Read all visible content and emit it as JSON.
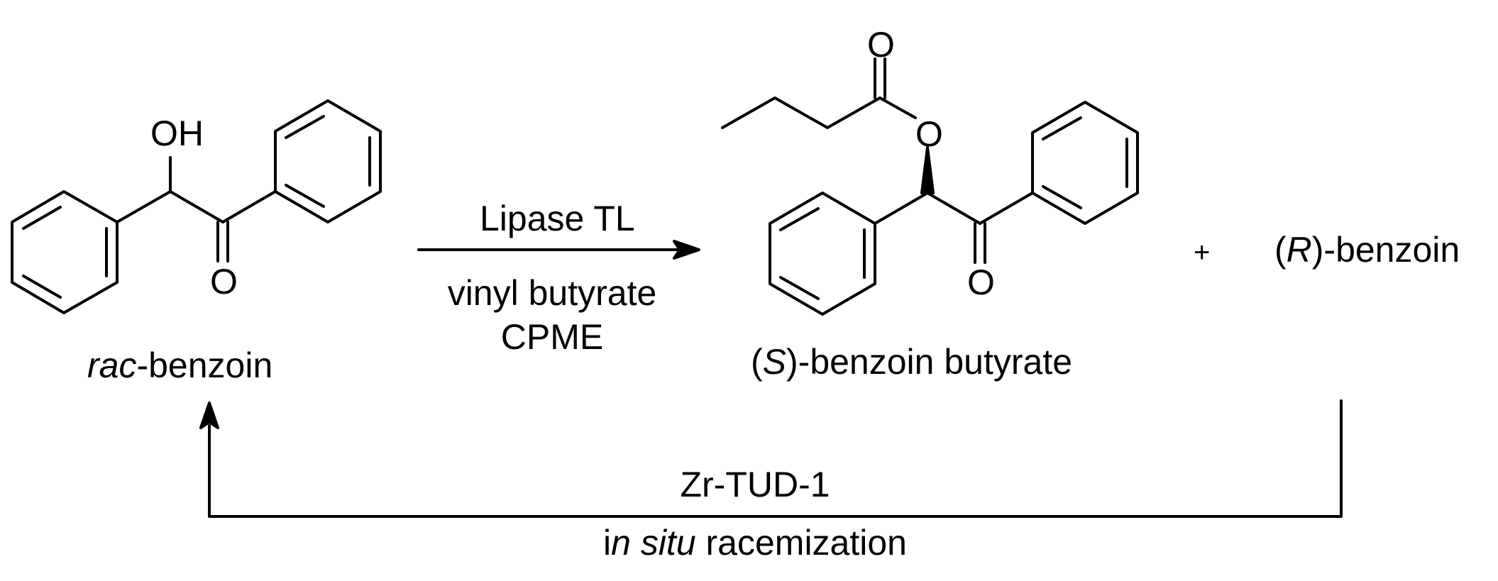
{
  "reactant": {
    "name_italic": "rac",
    "name_rest": "-benzoin",
    "atoms": {
      "hydroxyl": "OH",
      "carbonyl_oxygen": "O"
    }
  },
  "reaction_conditions": {
    "above_arrow": "Lipase TL",
    "below_arrow_line1": "vinyl butyrate",
    "below_arrow_line2": "CPME"
  },
  "product": {
    "name_open": "(",
    "name_italic": "S",
    "name_rest": ")-benzoin butyrate",
    "atoms": {
      "ester_carbonyl_oxygen": "O",
      "ester_oxygen": "O",
      "ketone_oxygen": "O"
    }
  },
  "plus_sign": "+",
  "byproduct": {
    "name_open": "(",
    "name_italic": "R",
    "name_rest": ")-benzoin"
  },
  "recycle": {
    "catalyst": "Zr-TUD-1",
    "desc_pre": "i",
    "desc_italic": "n situ",
    "desc_rest": " racemization"
  }
}
